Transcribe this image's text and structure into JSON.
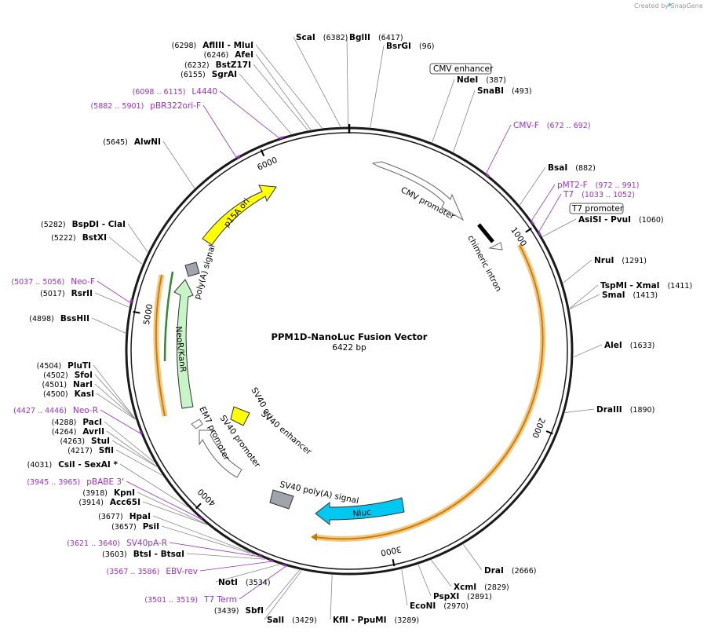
{
  "credit": "Created by SnapGene",
  "plasmid": {
    "name": "PPM1D-NanoLuc Fusion Vector",
    "length_label": "6422 bp",
    "length": 6422
  },
  "ticks": [
    "1000",
    "2000",
    "3000",
    "4000",
    "5000",
    "6000"
  ],
  "features": [
    {
      "name": "CMV enhancer",
      "boxed": true
    },
    {
      "name": "CMV promoter"
    },
    {
      "name": "chimeric intron"
    },
    {
      "name": "T7 promoter",
      "boxed": true
    },
    {
      "name": "Nluc"
    },
    {
      "name": "SV40 poly(A) signal"
    },
    {
      "name": "SV40 ori"
    },
    {
      "name": "SV40 enhancer"
    },
    {
      "name": "SV40 promoter"
    },
    {
      "name": "EM7 promoter"
    },
    {
      "name": "NeoR/KanR"
    },
    {
      "name": "poly(A) signal"
    },
    {
      "name": "p15A ori"
    }
  ],
  "sites": [
    {
      "name": "ScaI",
      "pos": "(6382)"
    },
    {
      "name": "BglII",
      "pos": "(6417)"
    },
    {
      "name": "BsrGI",
      "pos": "(96)"
    },
    {
      "name": "AflIII  - MluI",
      "pos": "(6298)"
    },
    {
      "name": "AfeI",
      "pos": "(6246)"
    },
    {
      "name": "BstZ17I",
      "pos": "(6232)"
    },
    {
      "name": "SgrAI",
      "pos": "(6155)"
    },
    {
      "name": "NdeI",
      "pos": "(387)"
    },
    {
      "name": "SnaBI",
      "pos": "(493)"
    },
    {
      "name": "AlwNI",
      "pos": "(5645)"
    },
    {
      "name": "BsaI",
      "pos": "(882)"
    },
    {
      "name": "AsiSI  - PvuI",
      "pos": "(1060)"
    },
    {
      "name": "BspDI  - ClaI",
      "pos": "(5282)"
    },
    {
      "name": "BstXI",
      "pos": "(5222)"
    },
    {
      "name": "NruI",
      "pos": "(1291)"
    },
    {
      "name": "TspMI  - XmaI",
      "pos": "(1411)"
    },
    {
      "name": "SmaI",
      "pos": "(1413)"
    },
    {
      "name": "RsrII",
      "pos": "(5017)"
    },
    {
      "name": "BssHII",
      "pos": "(4898)"
    },
    {
      "name": "AleI",
      "pos": "(1633)"
    },
    {
      "name": "PluTI",
      "pos": "(4504)"
    },
    {
      "name": "SfoI",
      "pos": "(4502)"
    },
    {
      "name": "NarI",
      "pos": "(4501)"
    },
    {
      "name": "KasI",
      "pos": "(4500)"
    },
    {
      "name": "DraIII",
      "pos": "(1890)"
    },
    {
      "name": "PacI",
      "pos": "(4288)"
    },
    {
      "name": "AvrII",
      "pos": "(4264)"
    },
    {
      "name": "StuI",
      "pos": "(4263)"
    },
    {
      "name": "SfiI",
      "pos": "(4217)"
    },
    {
      "name": "CsiI  - SexAI *",
      "pos": "(4031)"
    },
    {
      "name": "KpnI",
      "pos": "(3918)"
    },
    {
      "name": "Acc65I",
      "pos": "(3914)"
    },
    {
      "name": "HpaI",
      "pos": "(3677)"
    },
    {
      "name": "PsiI",
      "pos": "(3657)"
    },
    {
      "name": "BtsI  - BtsαI",
      "pos": "(3603)"
    },
    {
      "name": "DraI",
      "pos": "(2666)"
    },
    {
      "name": "NotI",
      "pos": "(3534)"
    },
    {
      "name": "XcmI",
      "pos": "(2829)"
    },
    {
      "name": "PspXI",
      "pos": "(2891)"
    },
    {
      "name": "EcoNI",
      "pos": "(2970)"
    },
    {
      "name": "SbfI",
      "pos": "(3439)"
    },
    {
      "name": "SalI",
      "pos": "(3429)"
    },
    {
      "name": "KflI  - PpuMI",
      "pos": "(3289)"
    }
  ],
  "primers": [
    {
      "name": "L4440",
      "pos": "(6098 .. 6115)"
    },
    {
      "name": "pBR322ori-F",
      "pos": "(5882 .. 5901)"
    },
    {
      "name": "CMV-F",
      "pos": "(672 .. 692)"
    },
    {
      "name": "pMT2-F",
      "pos": "(972 .. 991)"
    },
    {
      "name": "T7",
      "pos": "(1033 .. 1052)"
    },
    {
      "name": "Neo-F",
      "pos": "(5037 .. 5056)"
    },
    {
      "name": "Neo-R",
      "pos": "(4427 .. 4446)"
    },
    {
      "name": "pBABE 3'",
      "pos": "(3945 .. 3965)"
    },
    {
      "name": "SV40pA-R",
      "pos": "(3621 .. 3640)"
    },
    {
      "name": "EBV-rev",
      "pos": "(3567 .. 3586)"
    },
    {
      "name": "T7 Term",
      "pos": "(3501 .. 3519)"
    }
  ],
  "colors": {
    "backbone": "#1a1a1a",
    "primer": "#9b30c8",
    "orf_highlight": "#f5c77e",
    "orf_line": "#c77a00",
    "p15a_ori": "#ffff00",
    "nluc": "#00c8f0",
    "neor": "#c8f5c8",
    "polya": "#a0a4ac",
    "sv40_ori": "#ffff00"
  }
}
